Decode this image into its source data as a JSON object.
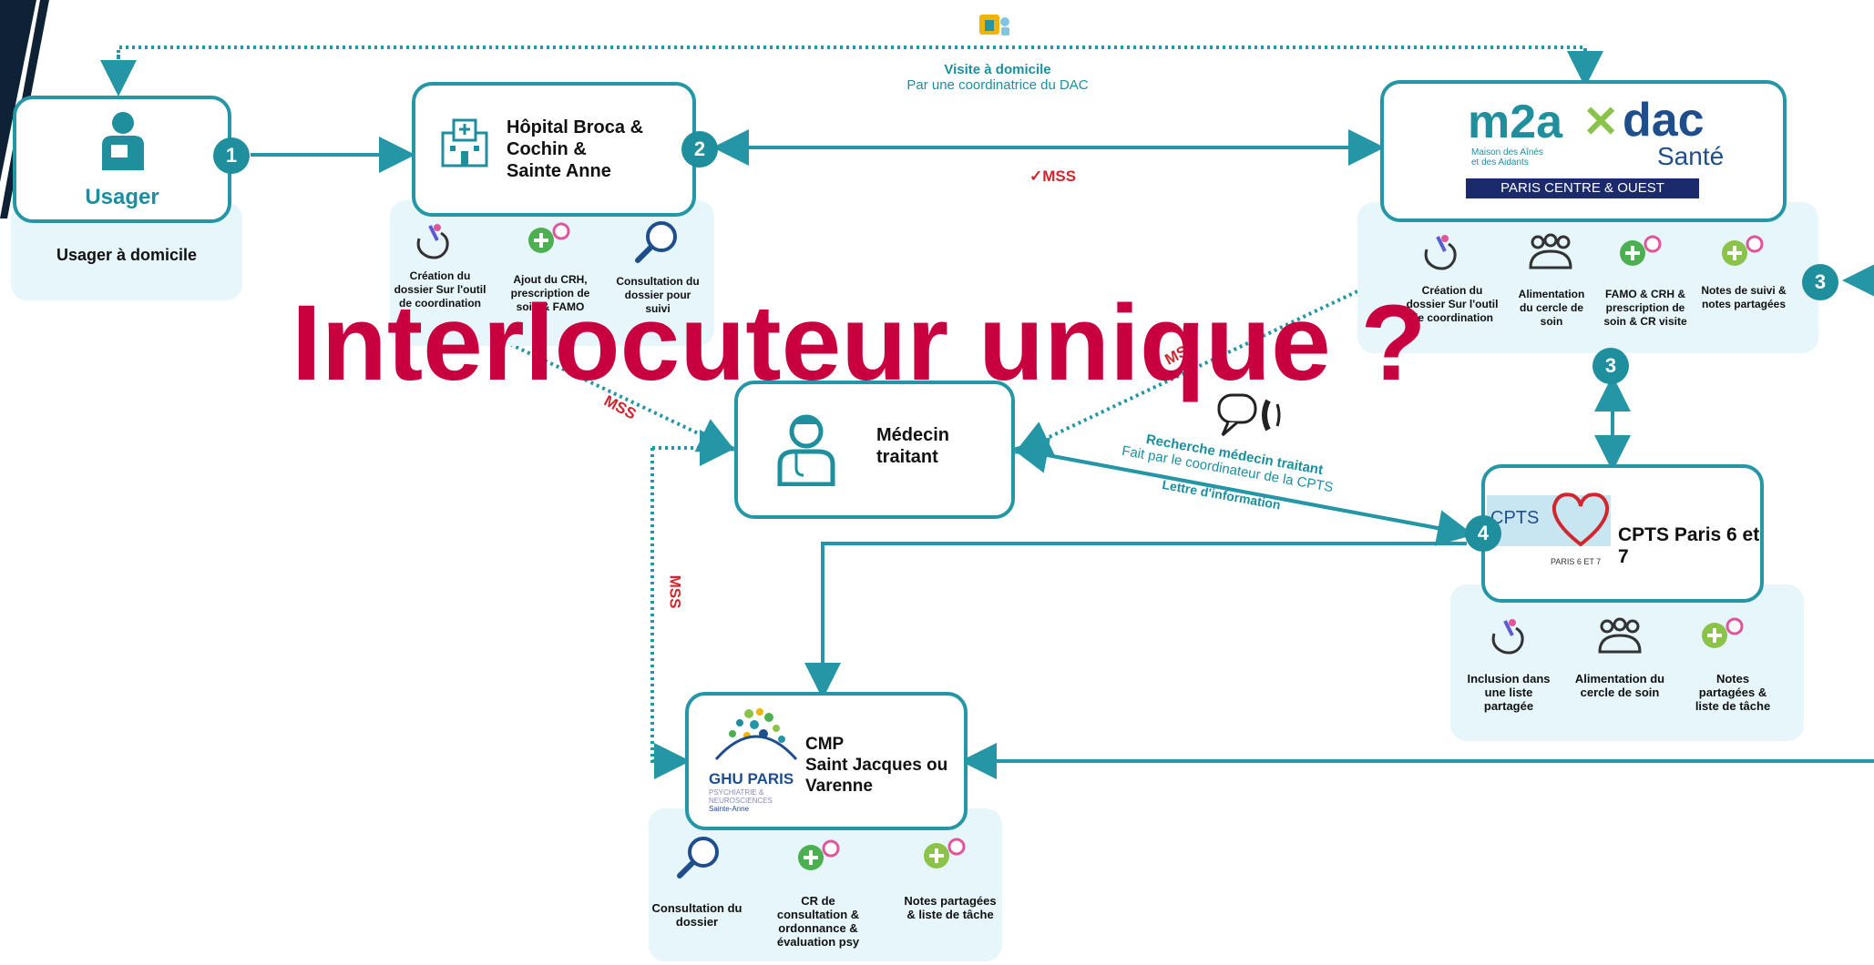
{
  "overlay_title": "Interlocuteur unique ?",
  "usager": {
    "label": "Usager",
    "caption": "Usager à domicile",
    "badge": "1"
  },
  "hopital": {
    "title_lines": [
      "Hôpital Broca &",
      "Cochin &",
      "Sainte Anne"
    ],
    "badge": "2",
    "actions": [
      "Création du dossier Sur l'outil de coordination",
      "Ajout du CRH, prescription de soin & FAMO",
      "Consultation du dossier pour suivi"
    ]
  },
  "visite": {
    "line1": "Visite à domicile",
    "line2": "Par une coordinatrice du DAC"
  },
  "mss": "MSS",
  "dac": {
    "logo_m2a": "m2a",
    "logo_sub1": "Maison des Aînés",
    "logo_sub2": "et des Aidants",
    "logo_dac": "dac",
    "logo_sante": "Santé",
    "banner": "PARIS CENTRE & OUEST",
    "actions": [
      "Création du dossier Sur l'outil de coordination",
      "Alimentation du cercle de soin",
      "FAMO & CRH & prescription de soin & CR visite",
      "Notes de suivi & notes partagées"
    ],
    "badge_side": "3",
    "badge_down": "3"
  },
  "medecin": {
    "title_lines": [
      "Médecin",
      "traitant"
    ]
  },
  "recherche": {
    "line1": "Recherche médecin traitant",
    "line2": "Fait par le coordinateur de la CPTS",
    "line3": "Lettre d'information"
  },
  "cpts": {
    "logo": "CPTS",
    "logo_sub": "PARIS 6 ET 7",
    "title": "CPTS Paris 6 et 7",
    "badge": "4",
    "actions": [
      "Inclusion dans une liste partagée",
      "Alimentation du cercle de soin",
      "Notes partagées & liste de tâche"
    ]
  },
  "cmp": {
    "title_lines": [
      "CMP",
      "Saint Jacques ou",
      "Varenne"
    ],
    "logo_ghu": "GHU PARIS",
    "logo_sub1": "PSYCHIATRIE &",
    "logo_sub2": "NEUROSCIENCES",
    "logo_sub3": "Sainte-Anne",
    "actions": [
      "Consultation du dossier",
      "CR de consultation & ordonnance & évaluation psy",
      "Notes partagées & liste de tâche"
    ]
  },
  "colors": {
    "teal": "#2596a6",
    "overlay": "#c8003f",
    "navy": "#1b2a6b",
    "mss_red": "#d0262e"
  }
}
